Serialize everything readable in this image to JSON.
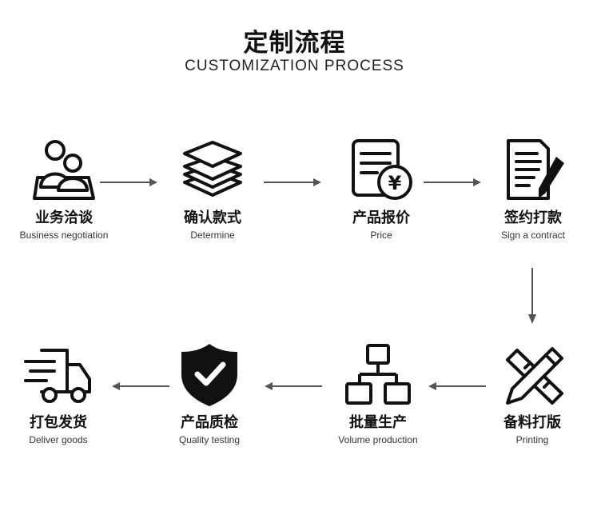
{
  "header": {
    "title": "定制流程",
    "subtitle": "CUSTOMIZATION PROCESS"
  },
  "steps": [
    {
      "zh": "业务洽谈",
      "en": "Business negotiation",
      "icon": "business-negotiation-icon"
    },
    {
      "zh": "确认款式",
      "en": "Determine",
      "icon": "layers-icon"
    },
    {
      "zh": "产品报价",
      "en": "Price",
      "icon": "price-document-icon"
    },
    {
      "zh": "签约打款",
      "en": "Sign a contract",
      "icon": "contract-sign-icon"
    },
    {
      "zh": "备料打版",
      "en": "Printing",
      "icon": "pencil-ruler-icon"
    },
    {
      "zh": "批量生产",
      "en": "Volume production",
      "icon": "hierarchy-icon"
    },
    {
      "zh": "产品质检",
      "en": "Quality testing",
      "icon": "shield-check-icon"
    },
    {
      "zh": "打包发货",
      "en": "Deliver goods",
      "icon": "delivery-truck-icon"
    }
  ],
  "colors": {
    "icon": "#111111",
    "arrow": "#555555",
    "background": "#ffffff"
  }
}
